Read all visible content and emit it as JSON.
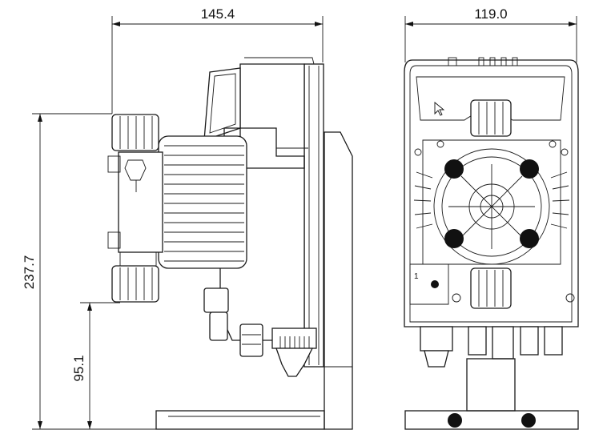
{
  "dimensions": {
    "side_width": "145.4",
    "front_width": "119.0",
    "total_height": "237.7",
    "inlet_height": "95.1"
  },
  "colors": {
    "line": "#1a1a1a",
    "background": "#ffffff",
    "hole": "#111111"
  },
  "icons": {
    "cursor": "mouse-pointer-icon"
  }
}
